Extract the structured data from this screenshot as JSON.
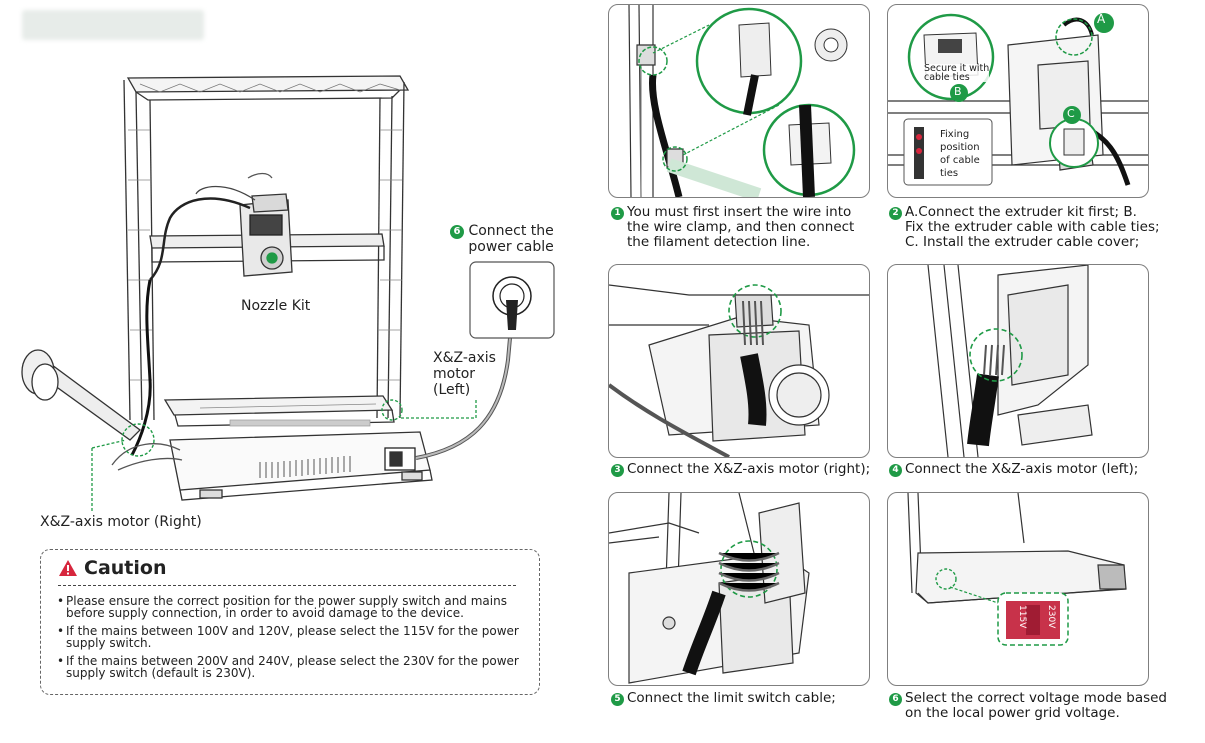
{
  "header": {
    "logo_alt": "blurred logo"
  },
  "main": {
    "callout_power_num": "6",
    "callout_power": [
      "Connect the",
      "power cable"
    ],
    "nozzle_kit": "Nozzle Kit",
    "motor_left": [
      "X&Z-axis",
      "motor",
      "(Left)"
    ],
    "motor_right": "X&Z-axis motor (Right)"
  },
  "caution": {
    "title": "Caution",
    "items": [
      [
        "Please ensure the correct position for the power supply switch and mains",
        "before supply connection, in order to avoid damage to the device."
      ],
      [
        "If the mains between 100V and 120V, please select the 115V for the power",
        "supply switch."
      ],
      [
        "If the mains between 200V and 240V, please select the 230V for the power",
        "supply switch (default is 230V)."
      ]
    ]
  },
  "steps": [
    {
      "num": "1",
      "lines": [
        "You must first insert the wire into",
        "the wire clamp, and then connect",
        "the filament detection line."
      ]
    },
    {
      "num": "2",
      "lines": [
        "A.Connect the extruder kit first; B.",
        "Fix the extruder cable with cable ties;",
        "C. Install the extruder cable cover;"
      ]
    },
    {
      "num": "3",
      "lines": [
        "Connect the X&Z-axis motor (right);"
      ]
    },
    {
      "num": "4",
      "lines": [
        "Connect the X&Z-axis motor (left);"
      ]
    },
    {
      "num": "5",
      "lines": [
        "Connect the limit switch cable;"
      ]
    },
    {
      "num": "6",
      "lines": [
        "Select the correct voltage mode based",
        "on the local power grid voltage."
      ]
    }
  ],
  "panel2": {
    "tag_a": "A",
    "tag_b": "B",
    "tag_c": "C",
    "secure_text": [
      "Secure it with",
      "cable ties"
    ],
    "fixing_text": [
      "Fixing",
      "position",
      "of cable",
      "ties"
    ]
  },
  "panel6": {
    "v115": "115V",
    "v230": "230V"
  },
  "colors": {
    "accent_green": "#1f9a46",
    "caution_red": "#d7263d",
    "switch_red": "#c8324a"
  }
}
